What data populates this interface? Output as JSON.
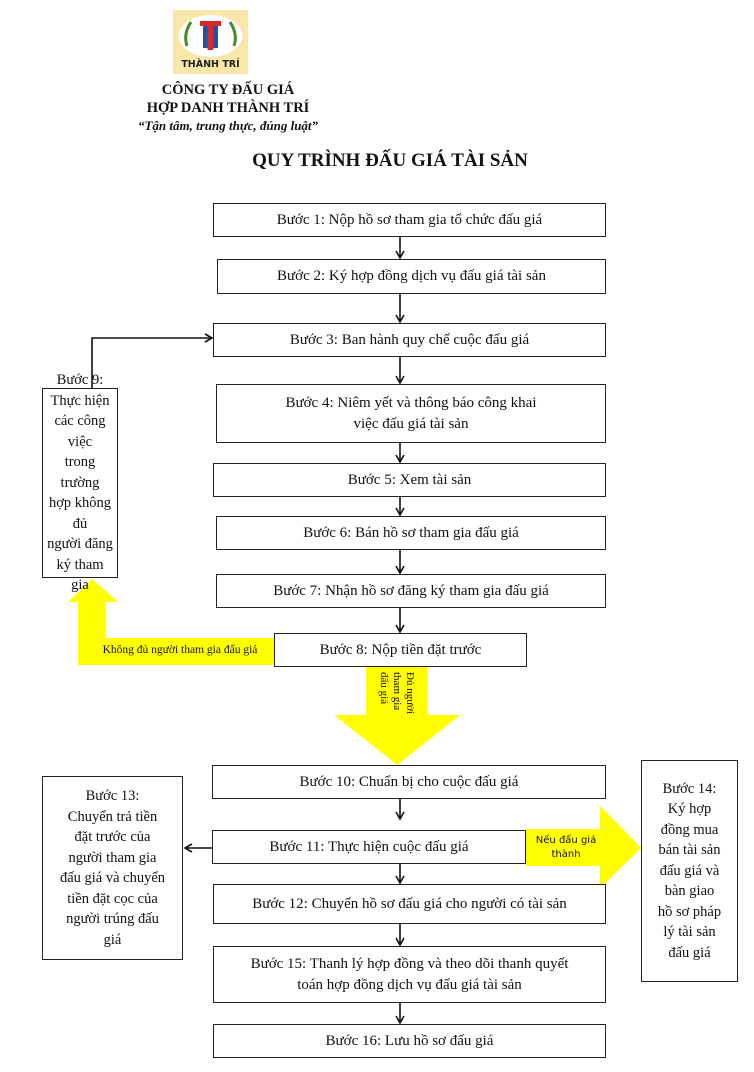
{
  "header": {
    "logo_text": "THÀNH TRÍ",
    "logo_letter": "T",
    "company_line1": "CÔNG TY ĐẤU GIÁ",
    "company_line2": "HỢP DANH THÀNH TRÍ",
    "slogan": "“Tận tâm, trung thực, đúng luật”"
  },
  "title": "QUY TRÌNH ĐẤU GIÁ TÀI SẢN",
  "steps": {
    "s1": "Bước 1: Nộp hồ sơ tham gia tổ chức đấu giá",
    "s2": "Bước 2: Ký hợp đồng dịch vụ đấu giá tài sản",
    "s3": "Bước 3: Ban hành quy chế cuộc đấu giá",
    "s4_line1": "Bước 4: Niêm yết và thông báo công khai",
    "s4_line2": "việc đấu giá tài sản",
    "s5": "Bước 5: Xem tài sản",
    "s6": "Bước 6: Bán hồ sơ tham gia đấu giá",
    "s7": "Bước 7: Nhận hồ sơ đăng ký tham gia đấu giá",
    "s8": "Bước 8: Nộp tiền đặt trước",
    "s9": [
      "Bước 9:",
      "Thực hiện",
      "các công việc",
      "trong trường",
      "hợp không đủ",
      "người đăng",
      "ký tham gia"
    ],
    "s10": "Bước 10: Chuẩn bị cho cuộc đấu giá",
    "s11": "Bước 11: Thực hiện cuộc đấu giá",
    "s12": "Bước 12: Chuyển hồ sơ đấu giá cho người có tài sản",
    "s13": [
      "Bước 13:",
      "Chuyển trả tiền",
      "đặt trước của",
      "người tham gia",
      "đấu giá và chuyển",
      "tiền đặt cọc của",
      "người trúng đấu",
      "giá"
    ],
    "s14": [
      "Bước 14:",
      "Ký hợp",
      "đồng mua",
      "bán tài sản",
      "đấu giá và",
      "bàn giao",
      "hồ sơ pháp",
      "lý tài sản",
      "đấu giá"
    ],
    "s15_line1": "Bước 15: Thanh lý hợp đồng và theo dõi thanh quyết",
    "s15_line2": "toán hợp đồng dịch vụ đấu giá tài sản",
    "s16": "Bước 16: Lưu hồ sơ đấu giá"
  },
  "arrows": {
    "not_enough": "Không đủ người tham gia đấu giá",
    "enough": [
      "Đủ người",
      "tham gia",
      "đấu giá"
    ],
    "if_success": [
      "Nếu đấu giá",
      "thành"
    ]
  },
  "colors": {
    "highlight": "#ffff00",
    "logo_bg": "#f8e7a8",
    "logo_red": "#d62828",
    "logo_blue": "#1f4fa8",
    "logo_green": "#4a8a2a"
  }
}
